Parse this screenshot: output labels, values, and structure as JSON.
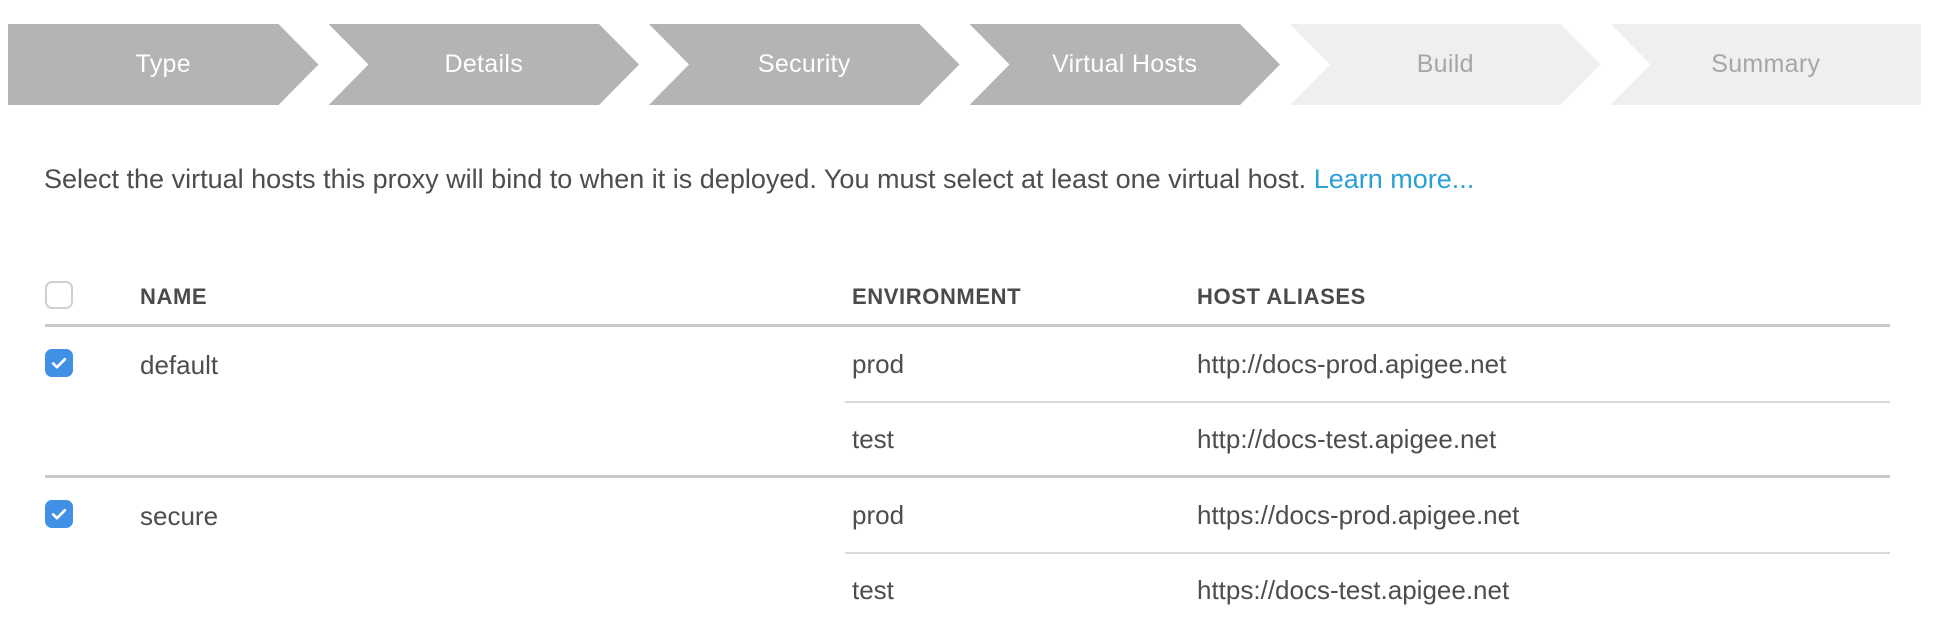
{
  "wizard": {
    "steps": [
      {
        "label": "Type",
        "state": "done"
      },
      {
        "label": "Details",
        "state": "done"
      },
      {
        "label": "Security",
        "state": "done"
      },
      {
        "label": "Virtual Hosts",
        "state": "active"
      },
      {
        "label": "Build",
        "state": "upcoming"
      },
      {
        "label": "Summary",
        "state": "upcoming"
      }
    ]
  },
  "instruction": {
    "text": "Select the virtual hosts this proxy will bind to when it is deployed. You must select at least one virtual host. ",
    "link_label": "Learn more..."
  },
  "table": {
    "columns": {
      "name": "NAME",
      "environment": "ENVIRONMENT",
      "host_aliases": "HOST ALIASES"
    },
    "select_all_checked": false,
    "rows": [
      {
        "name": "default",
        "checked": true,
        "bindings": [
          {
            "environment": "prod",
            "host_alias": "http://docs-prod.apigee.net"
          },
          {
            "environment": "test",
            "host_alias": "http://docs-test.apigee.net"
          }
        ]
      },
      {
        "name": "secure",
        "checked": true,
        "bindings": [
          {
            "environment": "prod",
            "host_alias": "https://docs-prod.apigee.net"
          },
          {
            "environment": "test",
            "host_alias": "https://docs-test.apigee.net"
          }
        ]
      }
    ]
  },
  "colors": {
    "step_done_bg": "#b4b4b4",
    "step_upcoming_bg": "#efefef",
    "step_done_text": "#ffffff",
    "step_upcoming_text": "#a6a6a6",
    "link": "#2aa0d8",
    "checkbox_checked": "#4090e5",
    "divider_strong": "#c9c9c9",
    "divider_light": "#d9d9d9"
  }
}
